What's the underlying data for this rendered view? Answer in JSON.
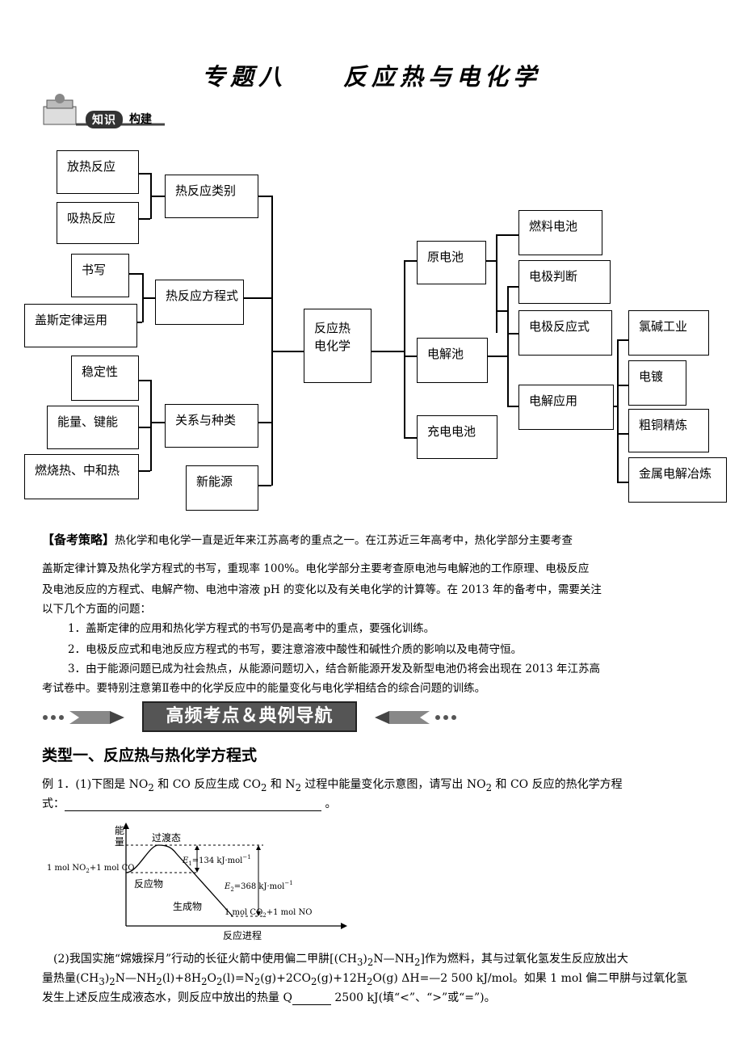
{
  "title": {
    "part1": "专题八",
    "part2": "反应热与电化学"
  },
  "knowledge_badge": {
    "part1": "知识",
    "part2": "构建"
  },
  "mindmap": {
    "left": {
      "exo": "放热反应",
      "endo": "吸热反应",
      "type": "热反应类别",
      "write": "书写",
      "hess": "盖斯定律运用",
      "equation": "热反应方程式",
      "stability": "稳定性",
      "energy_bond": "能量、键能",
      "combustion": "燃烧热、中和热",
      "relation": "关系与种类",
      "new_energy": "新能源"
    },
    "center": {
      "line1": "反应热",
      "line2": "电化学"
    },
    "right": {
      "primary": "原电池",
      "electrolytic": "电解池",
      "rechargeable": "充电电池",
      "fuel": "燃料电池",
      "electrode_judge": "电极判断",
      "electrode_eq": "电极反应式",
      "electro_app": "电解应用",
      "chlor_alkali": "氯碱工业",
      "plating": "电镀",
      "copper": "粗铜精炼",
      "metal": "金属电解冶炼"
    }
  },
  "strategy": {
    "label": "【备考策略】",
    "p1": "热化学和电化学一直是近年来江苏高考的重点之一。在江苏近三年高考中，热化学部分主要考查",
    "p2": "盖斯定律计算及热化学方程式的书写，重现率 100%。电化学部分主要考查原电池与电解池的工作原理、电极反应",
    "p3": "及电池反应的方程式、电解产物、电池中溶液 pH 的变化以及有关电化学的计算等。在 2013 年的备考中，需要关注",
    "p4": "以下几个方面的问题：",
    "i1": "1．盖斯定律的应用和热化学方程式的书写仍是高考中的重点，要强化训练。",
    "i2": "2．电极反应式和电池反应方程式的书写，要注意溶液中酸性和碱性介质的影响以及电荷守恒。",
    "i3a": "3．由于能源问题已成为社会热点，从能源问题切入，结合新能源开发及新型电池仍将会出现在 2013 年江苏高",
    "i3b": "考试卷中。要特别注意第Ⅱ卷中的化学反应中的能量变化与电化学相结合的综合问题的训练。"
  },
  "banner": "高频考点＆典例导航",
  "type_heading": "类型一、反应热与热化学方程式",
  "example1": {
    "line1a": "例 1．(1)下图是 NO",
    "line1b": " 和 CO 反应生成 CO",
    "line1c": " 和 N",
    "line1d": " 过程中能量变化示意图，请写出 NO",
    "line1e": " 和 CO 反应的热化学方程",
    "line2a": "式：",
    "line2b": " 。"
  },
  "energy_diagram": {
    "y_label_1": "能",
    "y_label_2": "量",
    "x_label": "反应进程",
    "transition": "过渡态",
    "reactants": "1 mol NO",
    "reactants_b": "+1 mol CO",
    "reactant_label": "反应物",
    "product_label": "生成物",
    "products": "1 mol CO",
    "products_b": "+1 mol NO",
    "e1": "=134 kJ·mol",
    "e2": "=368 kJ·mol"
  },
  "part2": {
    "l1a": "(2)我国实施“嫦娥探月”行动的长征火箭中使用偏二甲肼[(CH",
    "l1b": ")",
    "l1c": "N—NH",
    "l1d": "]作为燃料，其与过氧化氢发生反应放出大",
    "l2a": "量热量(CH",
    "l2b": ")",
    "l2c": "N—NH",
    "l2d": "(l)+8H",
    "l2e": "O",
    "l2f": "(l)=N",
    "l2g": "(g)+2CO",
    "l2h": "(g)+12H",
    "l2i": "O(g)    ΔH=—2 500 kJ/mol。如果 1 mol 偏二甲肼与过氧化氢",
    "l3a": "发生上述反应生成液态水，则反应中放出的热量 Q",
    "l3b": " 2500 kJ(填“<”、“>”或“=”)。"
  }
}
